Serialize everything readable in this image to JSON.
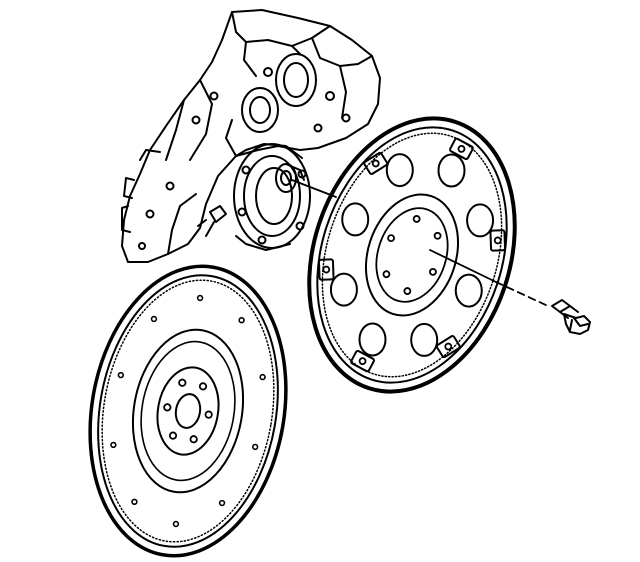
{
  "diagram": {
    "ink_color": "#000000",
    "background_color": "#ffffff",
    "parts": [
      {
        "id": "engine-block",
        "icon": "engine-block-icon"
      },
      {
        "id": "crankshaft-flange",
        "icon": "crankshaft-flange-icon"
      },
      {
        "id": "flexplate",
        "icon": "flexplate-icon"
      },
      {
        "id": "flywheel",
        "icon": "flywheel-icon"
      },
      {
        "id": "flywheel-bolt",
        "icon": "bolt-icon"
      }
    ]
  }
}
